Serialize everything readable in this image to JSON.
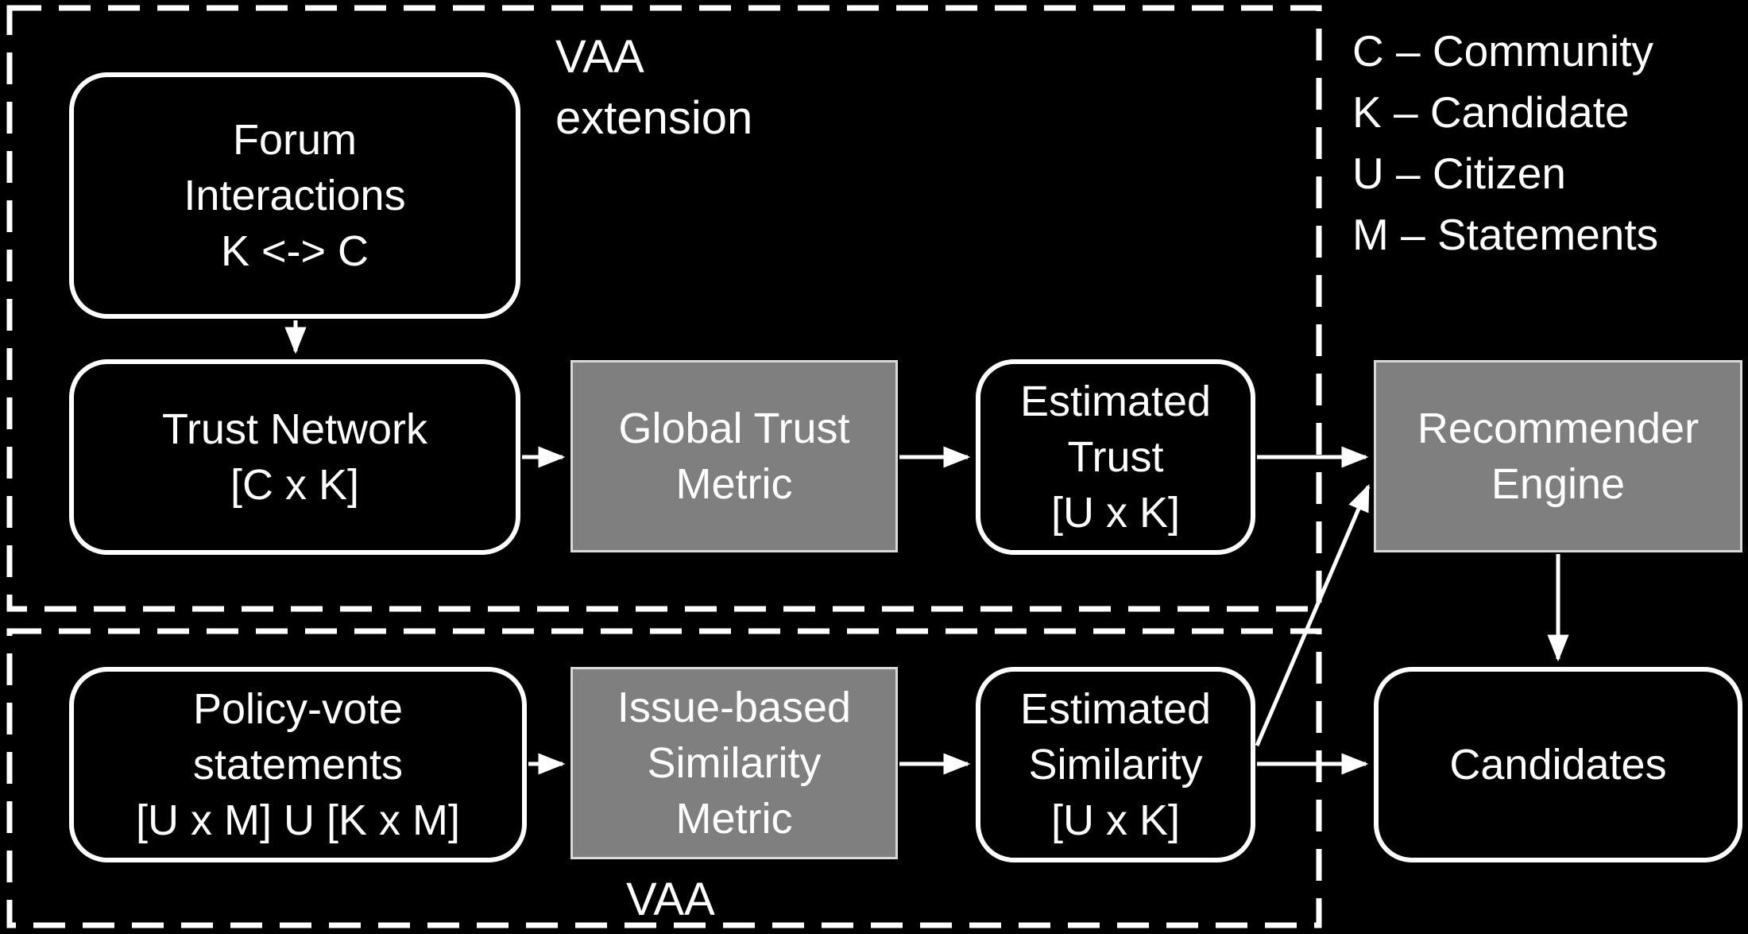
{
  "regions": {
    "vaa_extension_label": "VAA\nextension",
    "vaa_label": "VAA"
  },
  "legend": [
    "C – Community",
    "K – Candidate",
    "U – Citizen",
    "M – Statements"
  ],
  "nodes": {
    "forum_interactions": "Forum\nInteractions\nK <-> C",
    "trust_network": "Trust Network\n[C x K]",
    "global_trust_metric": "Global Trust\nMetric",
    "estimated_trust": "Estimated\nTrust\n[U x K]",
    "recommender_engine": "Recommender\nEngine",
    "policy_vote_statements": "Policy-vote\nstatements\n[U x M] U [K x M]",
    "issue_based_similarity": "Issue-based\nSimilarity\nMetric",
    "estimated_similarity": "Estimated\nSimilarity\n[U x K]",
    "candidates": "Candidates"
  },
  "colors": {
    "background": "#000000",
    "box_fill": "#000000",
    "box_border": "#ffffff",
    "gray_fill": "#7f7f7f",
    "gray_border": "#d9d9d9",
    "text": "#ffffff"
  }
}
